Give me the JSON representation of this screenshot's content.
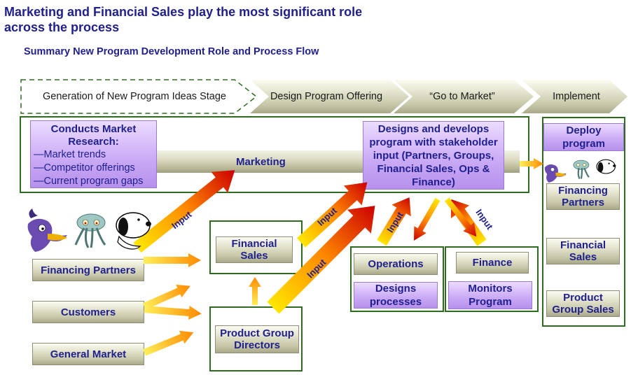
{
  "title": "Marketing and Financial Sales play the most significant role across the process",
  "subtitle": "Summary New Program Development Role and Process Flow",
  "stages": [
    {
      "label": "Generation of New Program Ideas Stage"
    },
    {
      "label": "Design Program Offering"
    },
    {
      "label": "“Go to Market”"
    },
    {
      "label": "Implement"
    }
  ],
  "research": {
    "heading": "Conducts Market Research:",
    "items": [
      "—Market trends",
      "—Competitor offerings",
      "—Current program gaps"
    ]
  },
  "marketing_label": "Marketing",
  "designs_develops": "Designs and develops program with stakeholder input (Partners, Groups, Financial Sales, Ops & Finance)",
  "deploy": {
    "heading": "Deploy program",
    "items": [
      "Financing Partners",
      "Financial Sales",
      "Product Group Sales"
    ]
  },
  "left_sources": [
    "Financing Partners",
    "Customers",
    "General Market"
  ],
  "financial_sales": "Financial Sales",
  "product_group_directors": "Product Group Directors",
  "operations": {
    "label": "Operations",
    "task": "Designs processes"
  },
  "finance": {
    "label": "Finance",
    "task": "Monitors Program"
  },
  "input_label": "Input",
  "colors": {
    "title": "#1f1f8f",
    "frame": "#2e6b1e",
    "purple": "#c9a8f5",
    "arrow_start": "#ffe600",
    "arrow_end": "#cc0000"
  }
}
